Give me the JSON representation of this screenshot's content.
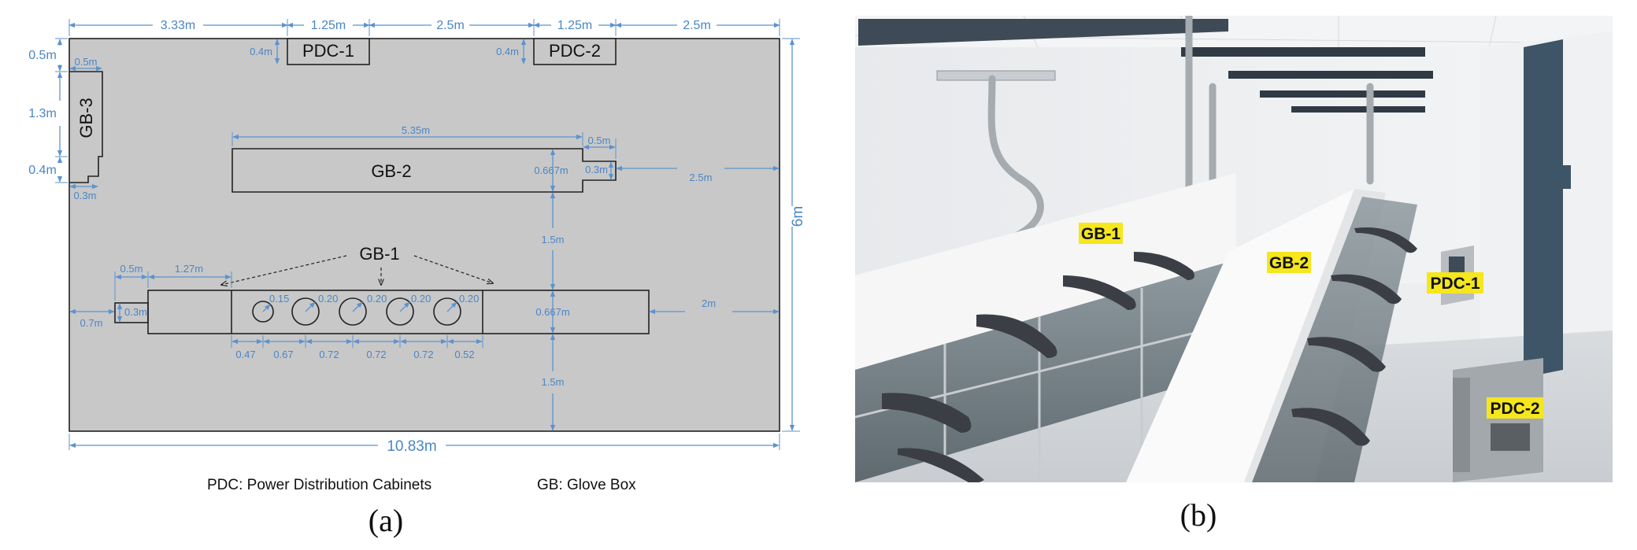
{
  "panel_a": {
    "caption": "(a)",
    "labels": {
      "pdc1": "PDC-1",
      "pdc2": "PDC-2",
      "gb1": "GB-1",
      "gb2": "GB-2",
      "gb3": "GB-3"
    },
    "dims": {
      "top_a": "3.33m",
      "top_b": "1.25m",
      "top_c": "2.5m",
      "top_d": "1.25m",
      "top_e": "2.5m",
      "pdc1_h": "0.4m",
      "pdc2_h": "0.4m",
      "left_a": "0.5m",
      "left_b": "1.3m",
      "left_c": "0.4m",
      "gb3_w": "0.5m",
      "gb3_stub": "0.3m",
      "gb2_len": "5.35m",
      "gb2_step": "0.5m",
      "gb2_stub_h": "0.3m",
      "gb2_h": "0.667m",
      "gb2_right": "2.5m",
      "gap_1": "1.5m",
      "gap_2": "1.5m",
      "gb1_h": "0.667m",
      "gb1_right": "2m",
      "gb1_stub": "0.5m",
      "gb1_seg": "1.27m",
      "gb1_stub_h": "0.3m",
      "gb1_left": "0.7m",
      "bottom": [
        "0.47",
        "0.67",
        "0.72",
        "0.72",
        "0.72",
        "0.52"
      ],
      "port_r": [
        "0.15",
        "0.20",
        "0.20",
        "0.20",
        "0.20"
      ],
      "height": "6m",
      "width": "10.83m"
    },
    "legend": {
      "pdc": "PDC: Power Distribution Cabinets",
      "gb": "GB: Glove Box"
    }
  },
  "panel_b": {
    "caption": "(b)",
    "tags": {
      "gb1": "GB-1",
      "gb2": "GB-2",
      "pdc1": "PDC-1",
      "pdc2": "PDC-2"
    }
  },
  "colors": {
    "room_fill": "#c8c8c8",
    "dimension_blue": "#4a86c5",
    "tag_yellow": "#f5e61e"
  }
}
